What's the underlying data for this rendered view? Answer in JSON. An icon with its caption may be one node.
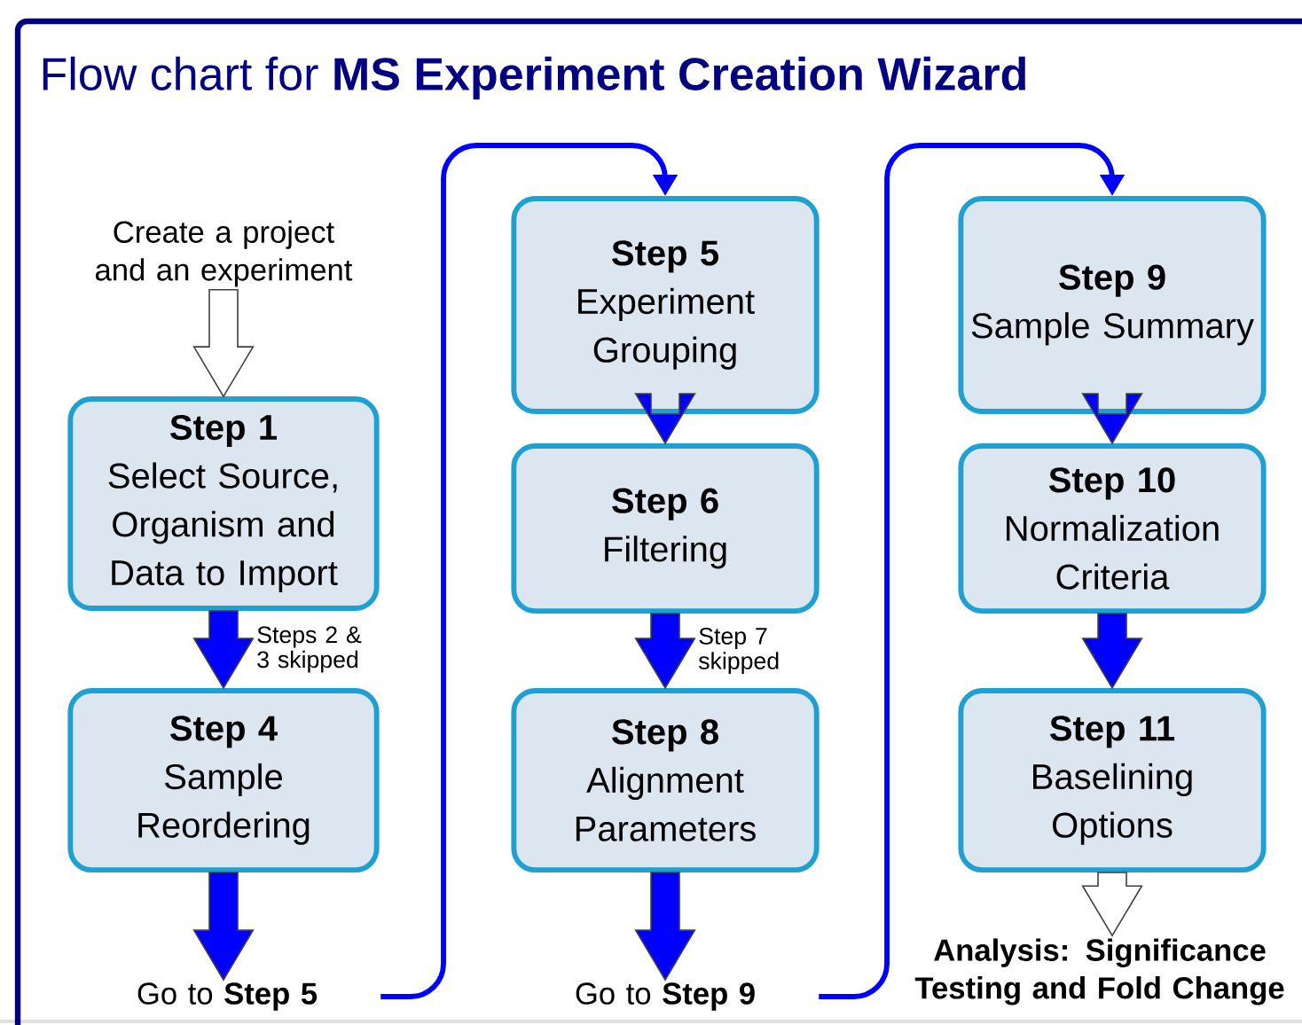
{
  "diagram": {
    "title": "Flow chart for **MS Experiment Creation Wizard**",
    "nodes": [
      {
        "text": [
          "Create a project and an experiment"
        ]
      },
      {
        "text": [
          "Step 1",
          "Select Source, Organism and Data to Import"
        ]
      },
      {
        "text": [
          "Step 4",
          "Sample Reordering"
        ]
      },
      {
        "text": [
          "Go to **Step 5**"
        ]
      },
      {
        "text": [
          "Step 5",
          "Experiment Grouping"
        ]
      },
      {
        "text": [
          "Step 6",
          "Filtering"
        ]
      },
      {
        "text": [
          "Step 8",
          "Alignment Parameters"
        ]
      },
      {
        "text": [
          "Go to **Step 9**"
        ]
      },
      {
        "text": [
          "Step 9",
          "Sample Summary"
        ]
      },
      {
        "text": [
          "Step 10",
          "Normalization Criteria"
        ]
      },
      {
        "text": [
          "Step 11",
          "Baselining Options"
        ]
      },
      {
        "text": [
          "Analysis: Significance Testing and Fold Change"
        ]
      }
    ],
    "edges": [
      {
        "from": 0,
        "to": 1,
        "arrow": "to",
        "style": "thick",
        "color": "#ffffff"
      },
      {
        "from": 1,
        "to": 2,
        "arrow": "to",
        "style": "thick",
        "label": "Steps 2 & 3 skipped"
      },
      {
        "from": 2,
        "to": 3,
        "arrow": "to",
        "style": "thick"
      },
      {
        "from": 3,
        "to": 4,
        "arrow": "to"
      },
      {
        "from": 4,
        "to": 5,
        "arrow": "to",
        "style": "thick"
      },
      {
        "from": 5,
        "to": 6,
        "arrow": "to",
        "style": "thick",
        "label": "Step 7 skipped"
      },
      {
        "from": 6,
        "to": 7,
        "arrow": "to",
        "style": "thick"
      },
      {
        "from": 7,
        "to": 8,
        "arrow": "to"
      },
      {
        "from": 8,
        "to": 9,
        "arrow": "to",
        "style": "thick"
      },
      {
        "from": 9,
        "to": 10,
        "arrow": "to",
        "style": "thick"
      },
      {
        "from": 10,
        "to": 11,
        "arrow": "to",
        "style": "thick",
        "color": "#ffffff"
      }
    ]
  }
}
